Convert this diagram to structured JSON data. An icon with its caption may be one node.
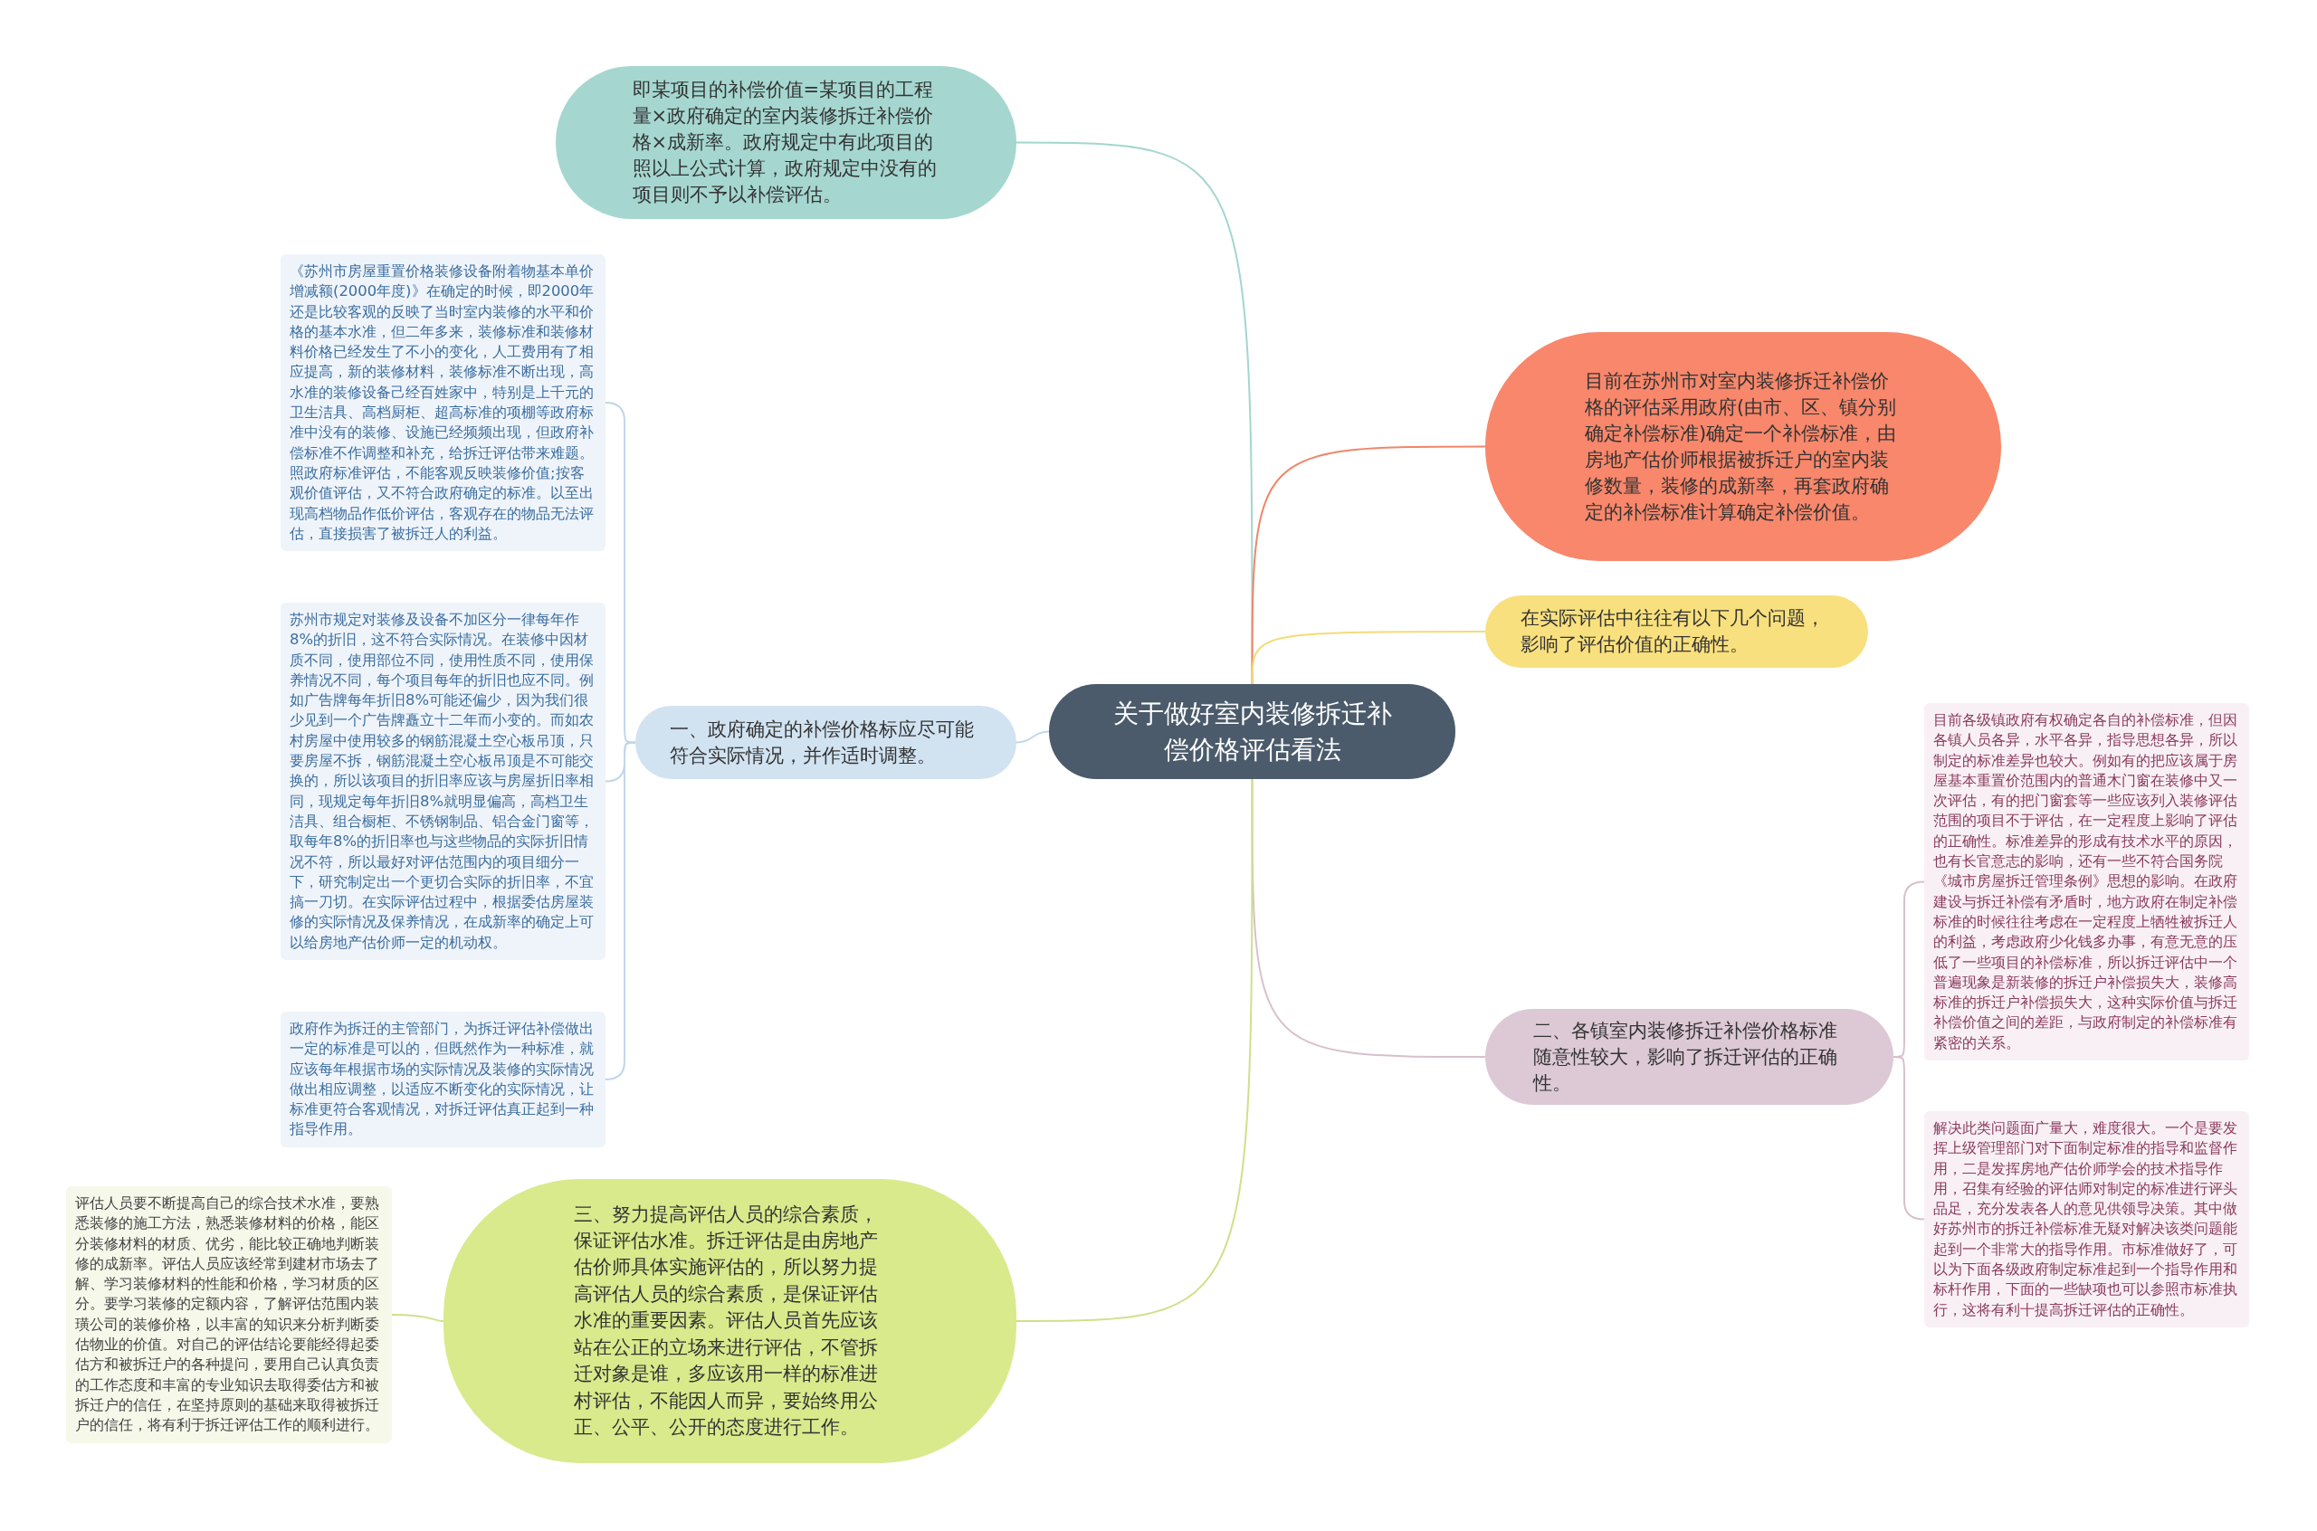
{
  "diagram": {
    "nodes": [
      {
        "text": [
          "关于做好室内装修拆迁补偿价格评估看法"
        ]
      },
      {
        "text": [
          "即某项目的补偿价值=某项目的工程量×政府确定的室内装修拆迁补偿价格×成新率。政府规定中有此项目的照以上公式计算，政府规定中没有的项目则不予以补偿评估。"
        ]
      },
      {
        "text": [
          "目前在苏州市对室内装修拆迁补偿价格的评估采用政府(由市、区、镇分别确定补偿标准)确定一个补偿标准，由房地产估价师根据被拆迁户的室内装修数量，装修的成新率，再套政府确定的补偿标准计算确定补偿价值。"
        ]
      },
      {
        "text": [
          "在实际评估中往往有以下几个问题，影响了评估价值的正确性。"
        ]
      },
      {
        "text": [
          "一、政府确定的补偿价格标应尽可能符合实际情况，并作适时调整。"
        ]
      },
      {
        "text": [
          "《苏州市房屋重置价格装修设备附着物基本单价增减额(2000年度)》在确定的时候，即2000年还是比较客观的反映了当时室内装修的水平和价格的基本水准，但二年多来，装修标准和装修材料价格已经发生了不小的变化，人工费用有了相应提高，新的装修材料，装修标准不断出现，高水准的装修设备己经百姓家中，特别是上千元的卫生洁具、高档厨柜、超高标准的项棚等政府标准中没有的装修、设施已经频频出现，但政府补偿标准不作调整和补充，给拆迁评估带来难题。照政府标准评估，不能客观反映装修价值;按客观价值评估，又不符合政府确定的标准。以至出现高档物品作低价评估，客观存在的物品无法评估，直接损害了被拆迁人的利益。"
        ]
      },
      {
        "text": [
          "苏州市规定对装修及设备不加区分一律每年作8%的折旧，这不符合实际情况。在装修中因材质不同，使用部位不同，使用性质不同，使用保养情况不同，每个项目每年的折旧也应不同。例如广告牌每年折旧8%可能还偏少，因为我们很少见到一个广告牌矗立十二年而小变的。而如农村房屋中使用较多的钢筋混凝土空心板吊顶，只要房屋不拆，钢筋混凝土空心板吊顶是不可能交换的，所以该项目的折旧率应该与房屋折旧率相同，现规定每年折旧8%就明显偏高，高档卫生洁具、组合橱柜、不锈钢制品、铝合金门窗等，取每年8%的折旧率也与这些物品的实际折旧情况不符，所以最好对评估范围内的项目细分一下，研究制定出一个更切合实际的折旧率，不宜搞一刀切。在实际评估过程中，根据委估房屋装修的实际情况及保养情况，在成新率的确定上可以给房地产估价师一定的机动权。"
        ]
      },
      {
        "text": [
          "政府作为拆迁的主管部门，为拆迁评估补偿做出一定的标准是可以的，但既然作为一种标准，就应该每年根据市场的实际情况及装修的实际情况做出相应调整，以适应不断变化的实际情况，让标准更符合客观情况，对拆迁评估真正起到一种指导作用。"
        ]
      },
      {
        "text": [
          "二、各镇室内装修拆迁补偿价格标准随意性较大，影响了拆迁评估的正确性。"
        ]
      },
      {
        "text": [
          "目前各级镇政府有权确定各自的补偿标准，但因各镇人员各异，水平各异，指导思想各异，所以制定的标准差异也较大。例如有的把应该属于房屋基本重置价范围内的普通木门窗在装修中又一次评估，有的把门窗套等一些应该列入装修评估范围的项目不于评估，在一定程度上影响了评估的正确性。标准差异的形成有技术水平的原因，也有长官意志的影响，还有一些不符合国务院《城市房屋拆迁管理条例》思想的影响。在政府建设与拆迁补偿有矛盾时，地方政府在制定补偿标准的时候往往考虑在一定程度上牺牲被拆迁人的利益，考虑政府少化钱多办事，有意无意的压低了一些项目的补偿标准，所以拆迁评估中一个普遍现象是新装修的拆迁户补偿损失大，装修高标准的拆迁户补偿损失大，这种实际价值与拆迁补偿价值之间的差距，与政府制定的补偿标准有紧密的关系。"
        ]
      },
      {
        "text": [
          "解决此类问题面广量大，难度很大。一个是要发挥上级管理部门对下面制定标准的指导和监督作用，二是发挥房地产估价师学会的技术指导作用，召集有经验的评估师对制定的标准进行评头品足，充分发表各人的意见供领导决策。其中做好苏州市的拆迁补偿标准无疑对解决该类问题能起到一个非常大的指导作用。市标准做好了，可以为下面各级政府制定标准起到一个指导作用和标杆作用，下面的一些缺项也可以参照市标准执行，这将有利十提高拆迁评估的正确性。"
        ]
      },
      {
        "text": [
          "三、努力提高评估人员的综合素质，保证评估水准。拆迁评估是由房地产估价师具体实施评估的，所以努力提高评估人员的综合素质，是保证评估水准的重要因素。评估人员首先应该站在公正的立场来进行评估，不管拆迁对象是谁，多应该用一样的标准进村评估，不能因人而异，要始终用公正、公平、公开的态度进行工作。"
        ]
      },
      {
        "text": [
          "评估人员要不断提高自己的综合技术水准，要熟悉装修的施工方法，熟悉装修材料的价格，能区分装修材料的材质、优劣，能比较正确地判断装修的成新率。评估人员应该经常到建材市场去了解、学习装修材料的性能和价格，学习材质的区分。要学习装修的定额内容，了解评估范围内装璜公司的装修价格，以丰富的知识来分析判断委估物业的价值。对自己的评估结论要能经得起委估方和被拆迁户的各种提问，要用自己认真负责的工作态度和丰富的专业知识去取得委估方和被拆迁户的信任，在坚持原则的基础来取得被拆迁户的信任，将有利于拆迁评估工作的顺利进行。"
        ]
      }
    ],
    "edges": [
      {
        "from": 0,
        "to": 1,
        "arrow": "none",
        "color": "#a3d6cf"
      },
      {
        "from": 0,
        "to": 2,
        "arrow": "none",
        "color": "#f0866a"
      },
      {
        "from": 0,
        "to": 3,
        "arrow": "none",
        "color": "#f3dc7a"
      },
      {
        "from": 0,
        "to": 4,
        "arrow": "none",
        "color": "#c2d6ea"
      },
      {
        "from": 4,
        "to": 5,
        "arrow": "none",
        "color": "#c2d6ea"
      },
      {
        "from": 4,
        "to": 6,
        "arrow": "none",
        "color": "#c2d6ea"
      },
      {
        "from": 4,
        "to": 7,
        "arrow": "none",
        "color": "#c2d6ea"
      },
      {
        "from": 0,
        "to": 8,
        "arrow": "none",
        "color": "#d8c0cc"
      },
      {
        "from": 8,
        "to": 9,
        "arrow": "none",
        "color": "#d8c0cc"
      },
      {
        "from": 8,
        "to": 10,
        "arrow": "none",
        "color": "#d8c0cc"
      },
      {
        "from": 0,
        "to": 11,
        "arrow": "none",
        "color": "#cfe08a"
      },
      {
        "from": 11,
        "to": 12,
        "arrow": "none",
        "color": "#cfe08a"
      }
    ]
  }
}
